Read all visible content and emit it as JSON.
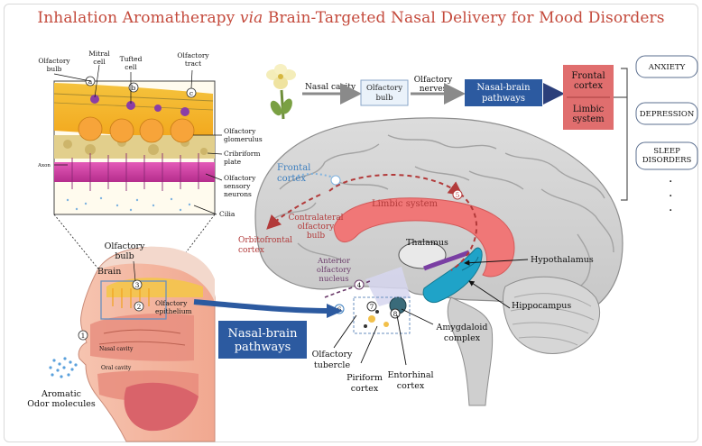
{
  "title": {
    "pre": "Inhalation Aromatherapy ",
    "via": "via",
    "post": " Brain-Targeted Nasal Delivery for Mood Disorders"
  },
  "inset": {
    "olfactory_bulb": [
      "Olfactory",
      "bulb"
    ],
    "mitral_cell": [
      "Mitral",
      "cell"
    ],
    "tufted_cell": [
      "Tufted",
      "cell"
    ],
    "olfactory_tract": [
      "Olfactory",
      "tract"
    ],
    "olfactory_glomerulus": [
      "Olfactory",
      "glomerulus"
    ],
    "cribriform_plate": [
      "Cribriform",
      "plate"
    ],
    "sensory_neurons": [
      "Olfactory",
      "sensory",
      "neurons"
    ],
    "axon": "Axon",
    "cilia": "Cilia",
    "markers": [
      "a",
      "b",
      "c"
    ]
  },
  "flow": {
    "nasal_cavity": "Nasal cavity",
    "olfactory_bulb": [
      "Olfactory",
      "bulb"
    ],
    "olfactory_nerves": [
      "Olfactory",
      "nerves"
    ],
    "pathways": [
      "Nasal-brain",
      "pathways"
    ],
    "frontal_cortex": [
      "Frontal",
      "cortex"
    ],
    "limbic_system": [
      "Limbic",
      "system"
    ]
  },
  "disorders": {
    "items": [
      [
        "ANXIETY"
      ],
      [
        "DEPRESSION"
      ],
      [
        "SLEEP",
        "DISORDERS"
      ]
    ],
    "dots": [
      "·",
      "·",
      "·"
    ]
  },
  "head": {
    "olfactory_bulb": [
      "Olfactory",
      "bulb"
    ],
    "brain": "Brain",
    "olfactory_epithelium": [
      "Olfactory",
      "epithelium"
    ],
    "nasal_cavity": "Nasal cavity",
    "oral_cavity": "Oral cavity",
    "aromatic": [
      "Aromatic",
      "Odor molecules"
    ],
    "marker_1": "1",
    "marker_2": "2",
    "marker_3": "3"
  },
  "big_pathways": [
    "Nasal-brain",
    "pathways"
  ],
  "brain": {
    "frontal_cortex": [
      "Frontal",
      "cortex"
    ],
    "limbic_system": "Limbic system",
    "contralateral": [
      "Contralateral",
      "olfactory",
      "bulb"
    ],
    "orbitofrontal": [
      "Orbitofrontal",
      "cortex"
    ],
    "anterior": [
      "Anterior",
      "olfactory",
      "nucleus"
    ],
    "thalamus": "Thalamus",
    "hypothalamus": "Hypothalamus",
    "hippocampus": "Hippocampus",
    "amygdaloid": [
      "Amygdaloid",
      "complex"
    ],
    "olfactory_tubercle": [
      "Olfactory",
      "tubercle"
    ],
    "piriform": [
      "Piriform",
      "cortex"
    ],
    "entorhinal": [
      "Entorhinal",
      "cortex"
    ],
    "numbers": [
      "4",
      "5",
      "6",
      "7",
      "8",
      "9"
    ]
  }
}
